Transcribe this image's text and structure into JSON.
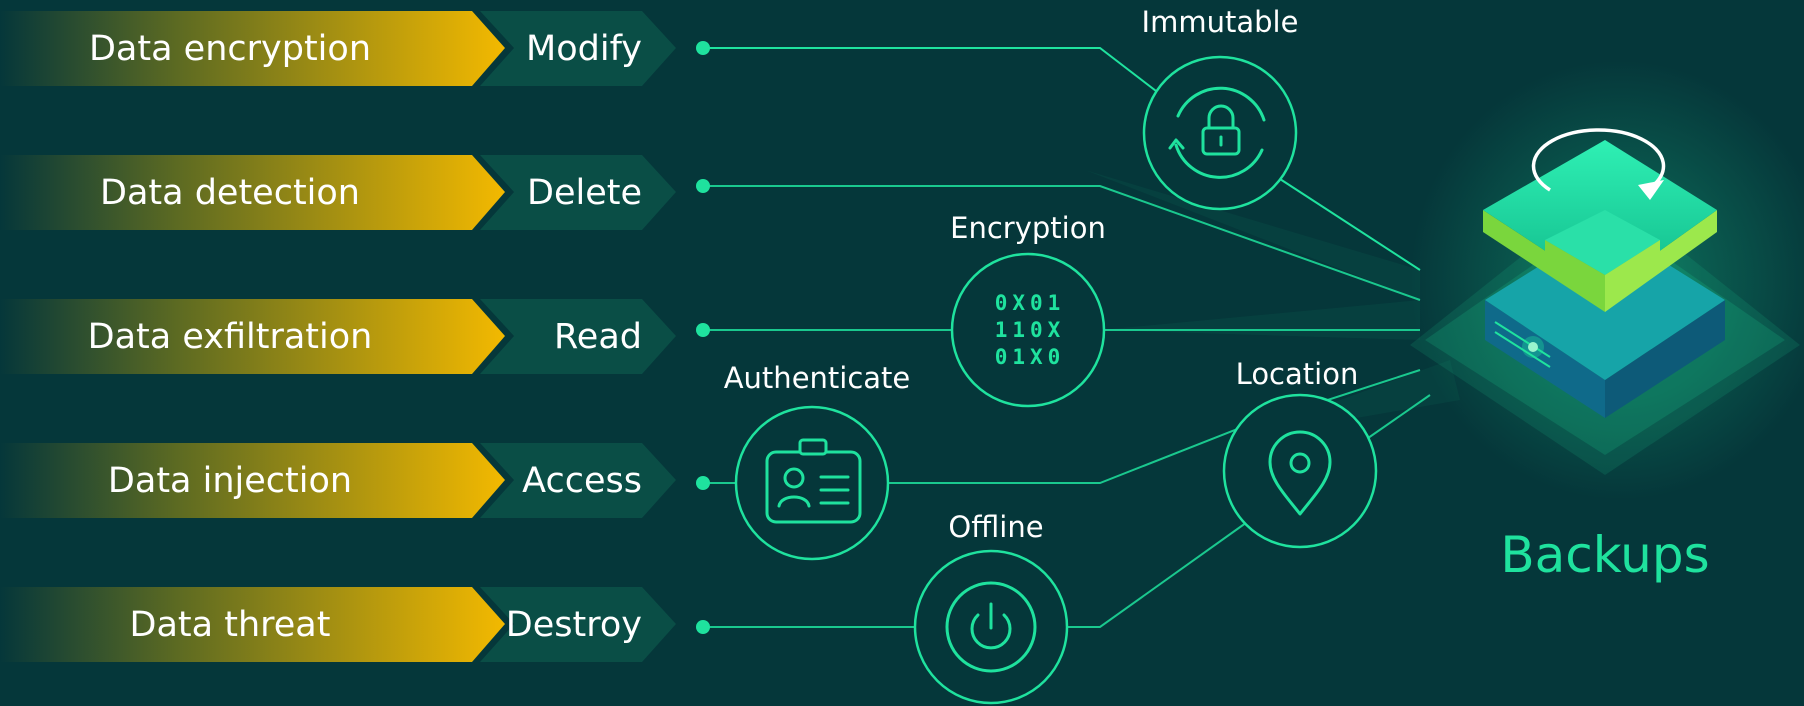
{
  "threats": [
    {
      "threat": "Data encryption",
      "action": "Modify"
    },
    {
      "threat": "Data detection",
      "action": "Delete"
    },
    {
      "threat": "Data exfiltration",
      "action": "Read"
    },
    {
      "threat": "Data injection",
      "action": "Access"
    },
    {
      "threat": "Data threat",
      "action": "Destroy"
    }
  ],
  "controls": {
    "immutable": "Immutable",
    "encryption": "Encryption",
    "authenticate": "Authenticate",
    "location": "Location",
    "offline": "Offline"
  },
  "binary_text": [
    "0X01",
    "110X",
    "01X0"
  ],
  "backups_label": "Backups",
  "icons": {
    "immutable": "rotating-lock-icon",
    "encryption": "binary-code-icon",
    "authenticate": "id-badge-icon",
    "location": "map-pin-icon",
    "offline": "power-icon",
    "backups": "backup-server-icon"
  },
  "colors": {
    "background": "#05373a",
    "accent": "#1fe29e",
    "threat_gradient_start": "#05373a",
    "threat_gradient_end": "#f0b800",
    "action_tab": "#0a4e46"
  }
}
